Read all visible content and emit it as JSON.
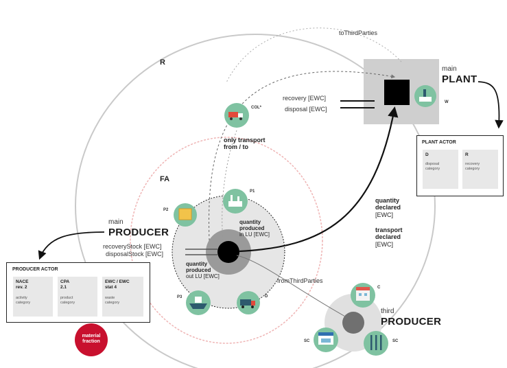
{
  "colors": {
    "node_green": "#7fc2a1",
    "node_green_dark": "#4f9c7c",
    "material_red": "#c8102e",
    "ring_red": "#e9a9a9",
    "ring_gray": "#bdbdbd",
    "plant_gray": "#c8c8c8"
  },
  "rings": {
    "R": "R",
    "FA": "FA"
  },
  "edges": {
    "to_third_parties": "toThirdParties",
    "from_third_parties": "fromThirdParties",
    "recovery": "recovery [EWC]",
    "disposal": "disposal [EWC]",
    "recovery_stock": "recoveryStock [EWC]",
    "disposal_stock": "disposalStock [EWC]"
  },
  "annotations": {
    "only_transport": [
      "only transport",
      "from / to"
    ],
    "quantity_declared": [
      "quantity",
      "declared"
    ],
    "quantity_declared_unit": "[EWC]",
    "transport_declared": [
      "transport",
      "declared"
    ],
    "transport_declared_unit": "[EWC]",
    "quantity_produced_in": [
      "quantity",
      "produced"
    ],
    "quantity_produced_in_unit": "in LU [EWC]",
    "quantity_produced_out": [
      "quantity",
      "produced"
    ],
    "quantity_produced_out_unit": "out LU [EWC]"
  },
  "nodes": {
    "col": {
      "label": "COL*",
      "icon": "truck-icon"
    },
    "p1": {
      "label": "P1",
      "icon": "factory-icon"
    },
    "p2": {
      "label": "P2",
      "icon": "box-icon"
    },
    "p3": {
      "label": "P3",
      "icon": "ship-icon"
    },
    "d": {
      "label": "D",
      "icon": "truck-icon"
    },
    "w": {
      "label": "W",
      "icon": "plant-icon"
    },
    "c": {
      "label": "C",
      "icon": "building-icon"
    },
    "sc1": {
      "label": "SC",
      "icon": "shop-icon"
    },
    "sc2": {
      "label": "SC",
      "icon": "cutlery-icon"
    }
  },
  "main_plant": {
    "prefix": "main",
    "title": "PLANT"
  },
  "main_producer": {
    "prefix": "main",
    "title": "PRODUCER"
  },
  "third_producer": {
    "prefix": "third",
    "title": "PRODUCER"
  },
  "plant_actor": {
    "title": "PLANT ACTOR",
    "cells": [
      {
        "head": "D",
        "sub": [
          "disposal",
          "category"
        ]
      },
      {
        "head": "R",
        "sub": [
          "recovery",
          "category"
        ]
      }
    ]
  },
  "producer_actor": {
    "title": "PRODUCER ACTOR",
    "cells": [
      {
        "head": [
          "NACE",
          "rev. 2"
        ],
        "sub": [
          "activity",
          "category"
        ]
      },
      {
        "head": [
          "CPA",
          "2.1"
        ],
        "sub": [
          "product",
          "category"
        ]
      },
      {
        "head": [
          "EWC / EWC",
          "stat 4"
        ],
        "sub": [
          "waste",
          "category"
        ]
      }
    ]
  },
  "material_fraction": [
    "material",
    "fraction"
  ]
}
